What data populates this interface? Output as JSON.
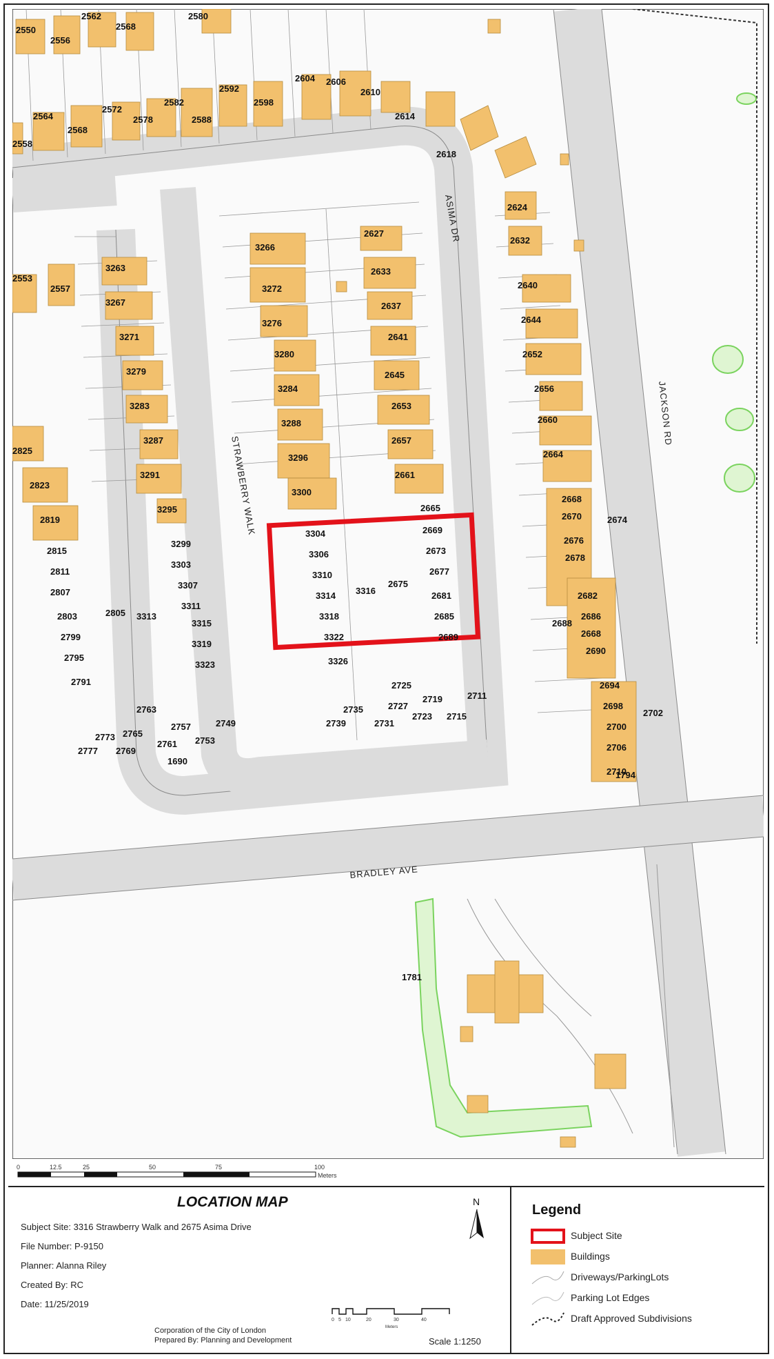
{
  "map": {
    "streets": [
      "STRAWBERRY WALK",
      "ASIMA DR",
      "JACKSON RD",
      "BRADLEY AVE"
    ],
    "addresses_north": [
      "2550",
      "2556",
      "2562",
      "2568",
      "2580",
      "2564",
      "2568",
      "2572",
      "2578",
      "2582",
      "2588",
      "2592",
      "2598",
      "2604",
      "2606",
      "2610",
      "2614",
      "2618",
      "2558"
    ],
    "addresses_west_block": [
      "2553",
      "2557",
      "3263",
      "3267",
      "3271",
      "3279",
      "3283",
      "3287",
      "3291",
      "3295",
      "2825",
      "2823",
      "2819",
      "2815",
      "2811",
      "2807",
      "2803",
      "2799",
      "2795",
      "2791",
      "2805",
      "3313",
      "3299",
      "3303",
      "3307",
      "3311",
      "3315",
      "3319",
      "3323",
      "2763",
      "2757",
      "2749",
      "2773",
      "2765",
      "2761",
      "2753",
      "2777",
      "2769",
      "1690"
    ],
    "addresses_center_block": [
      "3266",
      "3272",
      "3276",
      "3280",
      "3284",
      "3288",
      "3296",
      "3300",
      "2627",
      "2633",
      "2637",
      "2641",
      "2645",
      "2653",
      "2657",
      "2661",
      "2725",
      "2735",
      "2727",
      "2719",
      "2711",
      "2739",
      "2731",
      "2723",
      "2715"
    ],
    "addresses_subject": [
      "3304",
      "3306",
      "3310",
      "3314",
      "3316",
      "3318",
      "3322",
      "3326",
      "2665",
      "2669",
      "2673",
      "2675",
      "2677",
      "2681",
      "2685",
      "2689"
    ],
    "addresses_east_block": [
      "2624",
      "2632",
      "2640",
      "2644",
      "2652",
      "2656",
      "2660",
      "2664",
      "2668",
      "2670",
      "2674",
      "2676",
      "2678",
      "2682",
      "2686",
      "2688",
      "2668",
      "2690",
      "2694",
      "2698",
      "2702",
      "2700",
      "2706",
      "2710",
      "1794"
    ],
    "addresses_south": [
      "1781"
    ],
    "colors": {
      "building": "#f2c06d",
      "subject": "#e3121a",
      "road": "#dcdcdc",
      "green": "#7ad35e"
    }
  },
  "scalebar": {
    "ticks": [
      "0",
      "12.5",
      "25",
      "50",
      "75",
      "100"
    ],
    "unit": "Meters"
  },
  "info": {
    "title": "LOCATION MAP",
    "subject_site": "Subject Site:  3316 Strawberry Walk and 2675 Asima Drive",
    "file_number": "File Number:  P-9150",
    "planner": "Planner: Alanna Riley",
    "created_by": "Created By: RC",
    "date": "Date: 11/25/2019",
    "corporation": "Corporation of the City of London",
    "prepared_by": "Prepared By: Planning and Development",
    "scale": "Scale 1:1250",
    "north": "N",
    "mini_ticks": [
      "0",
      "5",
      "10",
      "20",
      "30",
      "40"
    ],
    "mini_unit": "Meters"
  },
  "legend": {
    "title": "Legend",
    "items": [
      {
        "label": "Subject Site",
        "icon": "subject-site-swatch"
      },
      {
        "label": "Buildings",
        "icon": "building-swatch"
      },
      {
        "label": "Driveways/ParkingLots",
        "icon": "driveway-swatch"
      },
      {
        "label": "Parking Lot Edges",
        "icon": "parking-edge-swatch"
      },
      {
        "label": "Draft Approved Subdivisions",
        "icon": "subdivision-swatch"
      }
    ]
  }
}
